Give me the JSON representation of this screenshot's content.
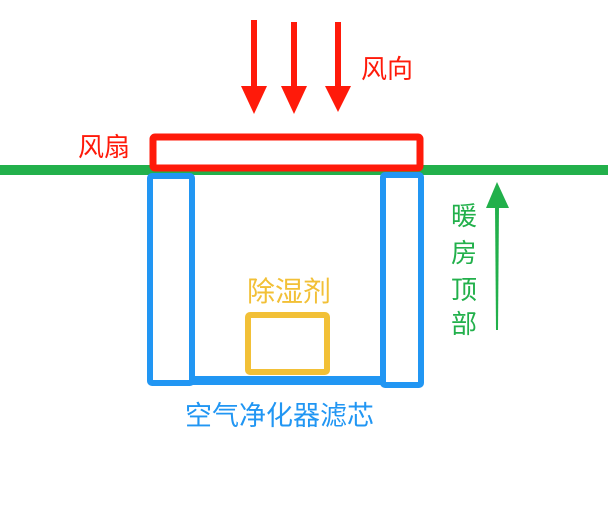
{
  "labels": {
    "wind_direction": "风向",
    "fan": "风扇",
    "desiccant": "除湿剂",
    "filter": "空气净化器滤芯",
    "greenhouse_top": [
      "暖",
      "房",
      "顶",
      "部"
    ]
  },
  "colors": {
    "red": "#ff1a0a",
    "green": "#22b04b",
    "blue": "#2196f3",
    "yellow": "#f2c037"
  }
}
